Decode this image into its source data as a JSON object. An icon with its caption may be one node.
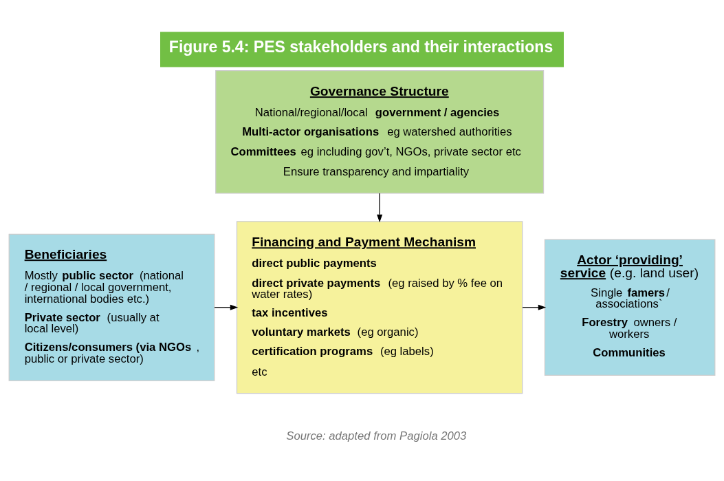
{
  "diagram": {
    "title": "Figure 5.4: PES stakeholders and their interactions",
    "caption": "Source: adapted from Pagiola 2003",
    "nodes": [
      {
        "text": [
          "**Governance Structure**",
          "National/regional/local **government / agencies**",
          "**Multi-actor organisations** eg watershed authorities",
          "**Committees** eg including gov’t, NGOs, private sector etc",
          "Ensure transparency and impartiality"
        ]
      },
      {
        "text": [
          "**Beneficiaries**",
          "Mostly **public sector** (national / regional / local government, international bodies etc.)",
          "**Private sector** (usually at local level)",
          "**Citizens/consumers (via NGOs**, public or private sector)"
        ]
      },
      {
        "text": [
          "**Financing and Payment Mechanism**",
          "**direct public payments**",
          "**direct private payments** (eg raised by % fee on water rates)",
          "**tax incentives**",
          "**voluntary markets** (eg organic)",
          "**certification programs** (eg labels)",
          "etc"
        ]
      },
      {
        "text": [
          "**Actor ‘providing’ service** (e.g. land user)",
          "Single **famers**/ associations`",
          "**Forestry** owners / workers",
          "**Communities**"
        ]
      }
    ],
    "edges": [
      {
        "from": 0,
        "to": 2,
        "arrow": "to"
      },
      {
        "from": 1,
        "to": 2,
        "arrow": "to"
      },
      {
        "from": 2,
        "to": 3,
        "arrow": "to"
      }
    ]
  }
}
